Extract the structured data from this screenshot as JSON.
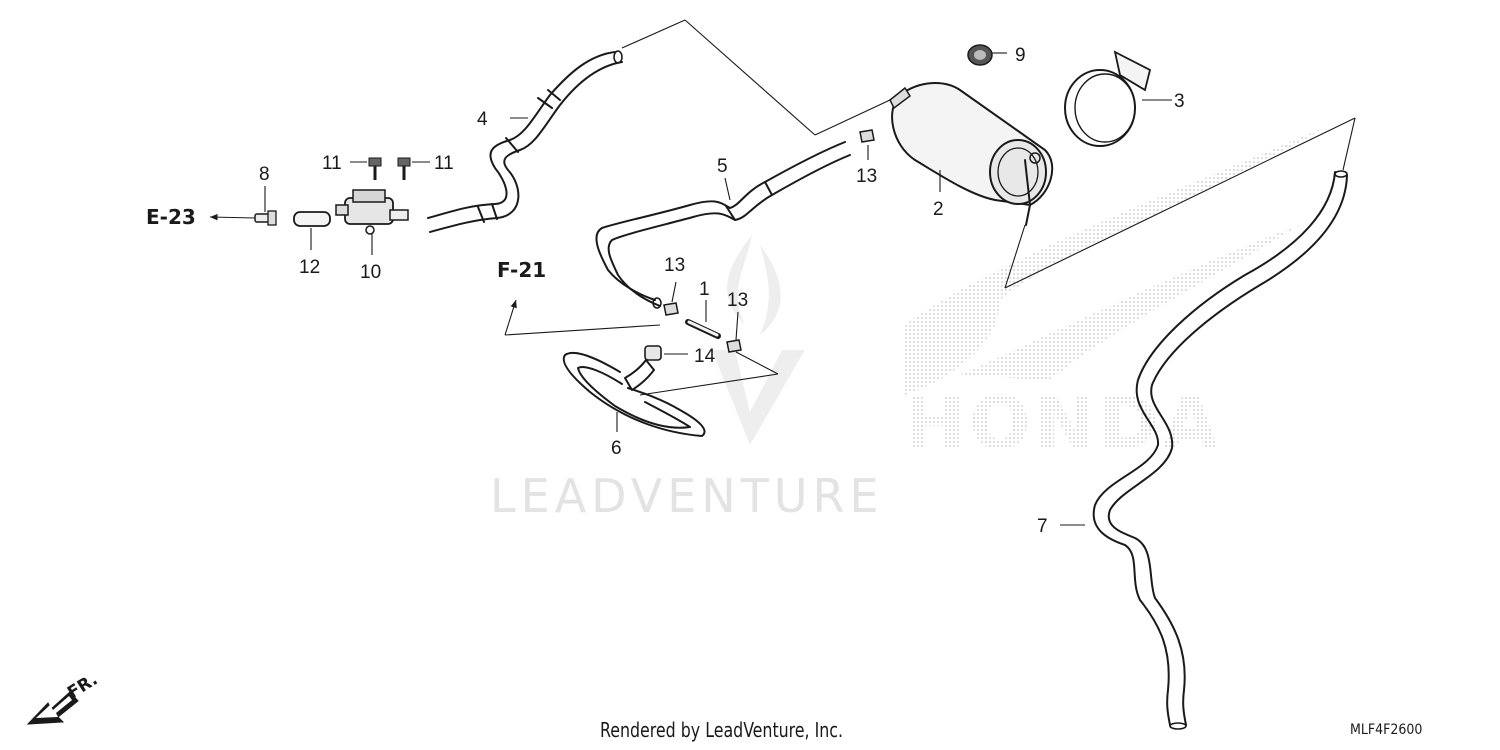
{
  "callouts": {
    "c1": "1",
    "c2": "2",
    "c3": "3",
    "c4": "4",
    "c5": "5",
    "c6": "6",
    "c7": "7",
    "c8": "8",
    "c9": "9",
    "c10": "10",
    "c11a": "11",
    "c11b": "11",
    "c12": "12",
    "c13a": "13",
    "c13b": "13",
    "c13c": "13",
    "c14": "14"
  },
  "refs": {
    "e23": "E-23",
    "f21": "F-21",
    "fr": "FR."
  },
  "watermark": {
    "brand": "LEADVENTURE",
    "honda": "HONDA"
  },
  "footer": {
    "credit": "Rendered by LeadVenture, Inc.",
    "code": "MLF4F2600"
  }
}
